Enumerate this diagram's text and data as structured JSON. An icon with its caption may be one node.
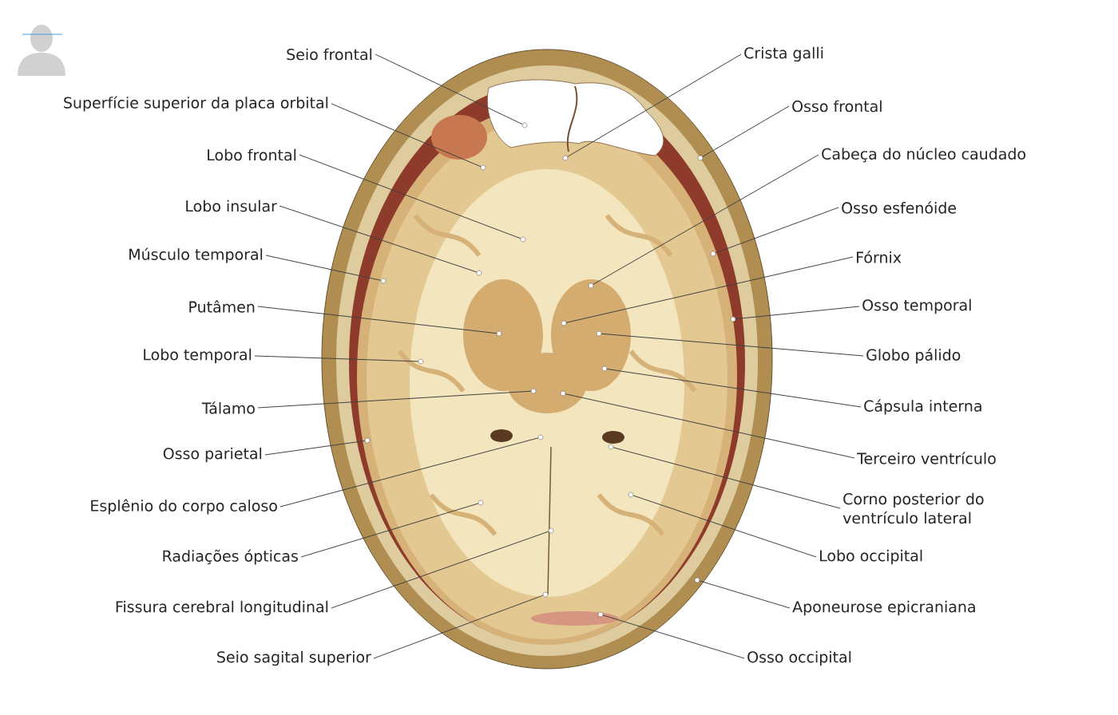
{
  "diagram": {
    "nodes": [
      {
        "text": [
          "Seio frontal"
        ]
      },
      {
        "text": [
          "Superfície superior da placa orbital"
        ]
      },
      {
        "text": [
          "Lobo frontal"
        ]
      },
      {
        "text": [
          "Lobo insular"
        ]
      },
      {
        "text": [
          "Músculo temporal"
        ]
      },
      {
        "text": [
          "Putâmen"
        ]
      },
      {
        "text": [
          "Lobo temporal"
        ]
      },
      {
        "text": [
          "Tálamo"
        ]
      },
      {
        "text": [
          "Osso parietal"
        ]
      },
      {
        "text": [
          "Esplênio do corpo caloso"
        ]
      },
      {
        "text": [
          "Radiações ópticas"
        ]
      },
      {
        "text": [
          "Fissura cerebral longitudinal"
        ]
      },
      {
        "text": [
          "Seio sagital superior"
        ]
      },
      {
        "text": [
          "Crista galli"
        ]
      },
      {
        "text": [
          "Osso frontal"
        ]
      },
      {
        "text": [
          "Cabeça do núcleo caudado"
        ]
      },
      {
        "text": [
          "Osso esfenóide"
        ]
      },
      {
        "text": [
          "Fórnix"
        ]
      },
      {
        "text": [
          "Osso temporal"
        ]
      },
      {
        "text": [
          "Globo pálido"
        ]
      },
      {
        "text": [
          "Cápsula interna"
        ]
      },
      {
        "text": [
          "Terceiro ventrículo"
        ]
      },
      {
        "text": [
          "Corno posterior do ventrículo lateral"
        ]
      },
      {
        "text": [
          "Lobo occipital"
        ]
      },
      {
        "text": [
          "Aponeurose epicraniana"
        ]
      },
      {
        "text": [
          "Osso occipital"
        ]
      },
      {
        "text": [],
        "shape": "circle"
      },
      {
        "text": [],
        "shape": "circle"
      },
      {
        "text": [],
        "shape": "circle"
      },
      {
        "text": [],
        "shape": "circle"
      },
      {
        "text": [],
        "shape": "circle"
      },
      {
        "text": [],
        "shape": "circle"
      },
      {
        "text": [],
        "shape": "circle"
      },
      {
        "text": [],
        "shape": "circle"
      },
      {
        "text": [],
        "shape": "circle"
      },
      {
        "text": [],
        "shape": "circle"
      },
      {
        "text": [],
        "shape": "circle"
      },
      {
        "text": [],
        "shape": "circle"
      },
      {
        "text": [],
        "shape": "circle"
      },
      {
        "text": [],
        "shape": "circle"
      },
      {
        "text": [],
        "shape": "circle"
      },
      {
        "text": [],
        "shape": "circle"
      },
      {
        "text": [],
        "shape": "circle"
      },
      {
        "text": [],
        "shape": "circle"
      },
      {
        "text": [],
        "shape": "circle"
      },
      {
        "text": [],
        "shape": "circle"
      },
      {
        "text": [],
        "shape": "circle"
      },
      {
        "text": [],
        "shape": "circle"
      },
      {
        "text": [],
        "shape": "circle"
      },
      {
        "text": [],
        "shape": "circle"
      },
      {
        "text": [],
        "shape": "circle"
      },
      {
        "text": [],
        "shape": "circle"
      }
    ],
    "edges": [
      {
        "from": 0,
        "to": 26,
        "arrow": "none"
      },
      {
        "from": 1,
        "to": 27,
        "arrow": "none"
      },
      {
        "from": 2,
        "to": 28,
        "arrow": "none"
      },
      {
        "from": 3,
        "to": 29,
        "arrow": "none"
      },
      {
        "from": 4,
        "to": 30,
        "arrow": "none"
      },
      {
        "from": 5,
        "to": 31,
        "arrow": "none"
      },
      {
        "from": 6,
        "to": 32,
        "arrow": "none"
      },
      {
        "from": 7,
        "to": 33,
        "arrow": "none"
      },
      {
        "from": 8,
        "to": 34,
        "arrow": "none"
      },
      {
        "from": 9,
        "to": 35,
        "arrow": "none"
      },
      {
        "from": 10,
        "to": 36,
        "arrow": "none"
      },
      {
        "from": 11,
        "to": 37,
        "arrow": "none"
      },
      {
        "from": 12,
        "to": 38,
        "arrow": "none"
      },
      {
        "from": 13,
        "to": 39,
        "arrow": "none"
      },
      {
        "from": 14,
        "to": 40,
        "arrow": "none"
      },
      {
        "from": 15,
        "to": 41,
        "arrow": "none"
      },
      {
        "from": 16,
        "to": 42,
        "arrow": "none"
      },
      {
        "from": 17,
        "to": 43,
        "arrow": "none"
      },
      {
        "from": 18,
        "to": 44,
        "arrow": "none"
      },
      {
        "from": 19,
        "to": 45,
        "arrow": "none"
      },
      {
        "from": 20,
        "to": 46,
        "arrow": "none"
      },
      {
        "from": 21,
        "to": 47,
        "arrow": "none"
      },
      {
        "from": 22,
        "to": 48,
        "arrow": "none"
      },
      {
        "from": 23,
        "to": 49,
        "arrow": "none"
      },
      {
        "from": 24,
        "to": 50,
        "arrow": "none"
      },
      {
        "from": 25,
        "to": 51,
        "arrow": "none"
      }
    ]
  }
}
